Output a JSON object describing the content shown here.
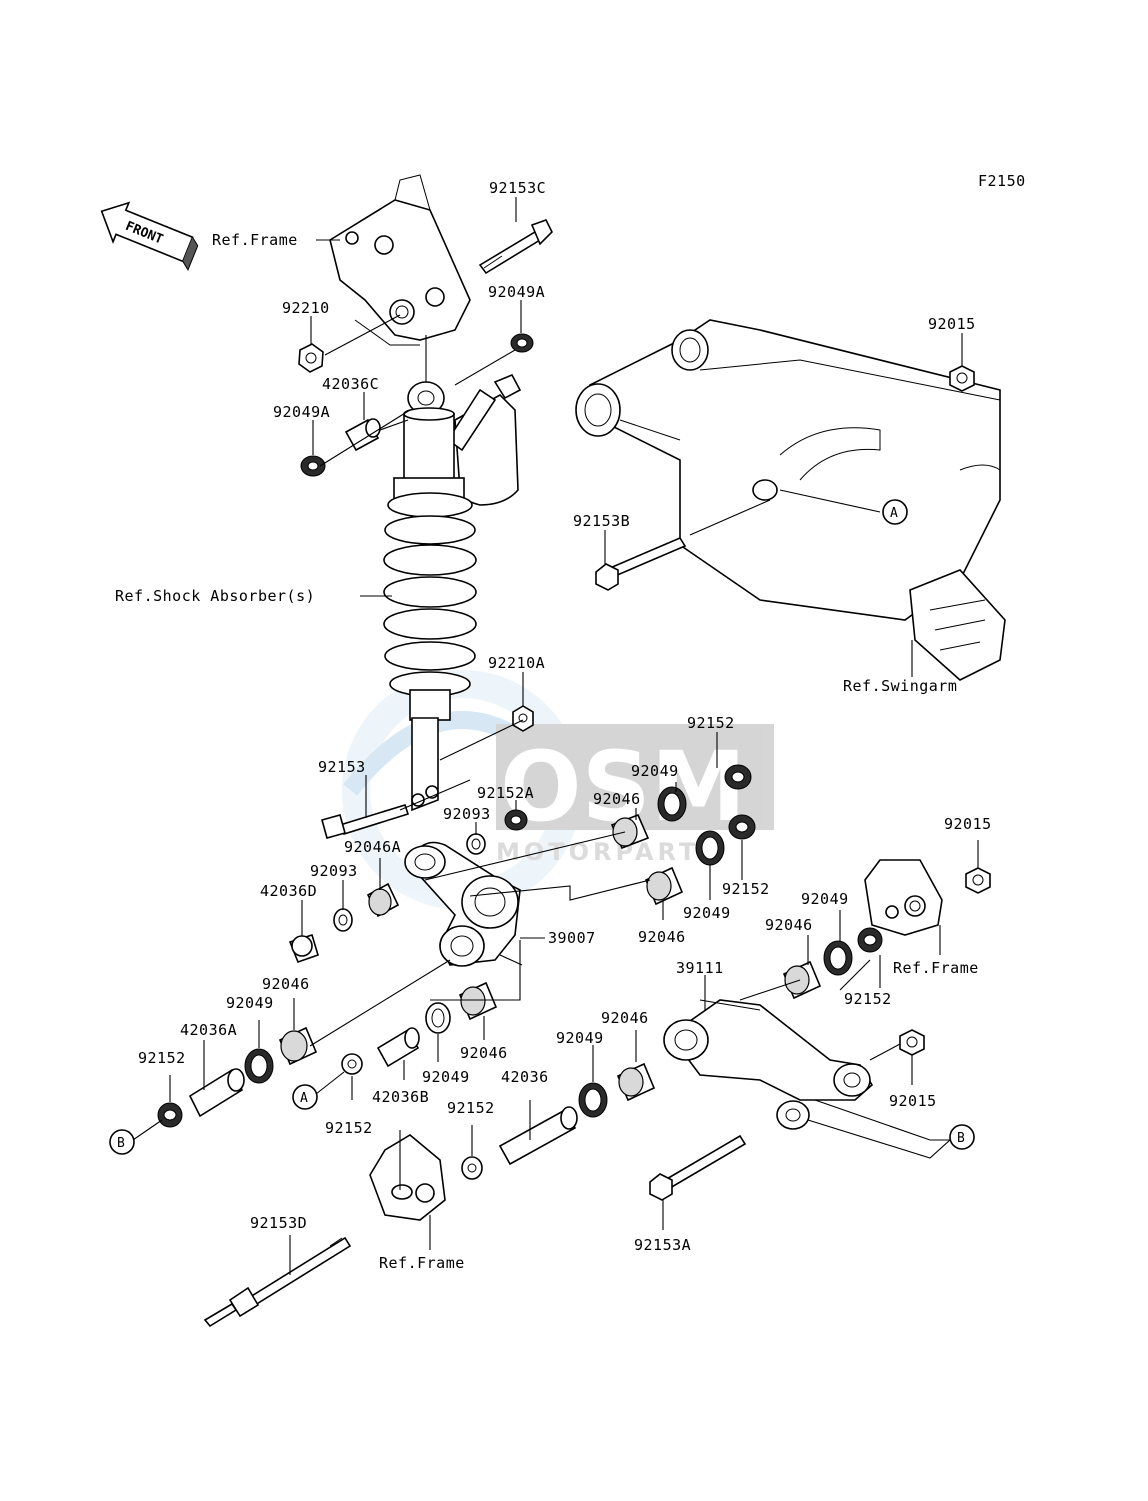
{
  "figure_code": "F2150",
  "front_arrow": "FRONT",
  "watermark": {
    "brand": "OSM",
    "sub": "MOTORPARTS"
  },
  "labels": {
    "p92153C": "92153C",
    "ref_frame_top": "Ref.Frame",
    "p92210": "92210",
    "p92049A_top": "92049A",
    "p42036C": "42036C",
    "p92049A_left": "92049A",
    "p92015_top": "92015",
    "p92153B": "92153B",
    "ref_shock": "Ref.Shock Absorber(s)",
    "ref_swingarm": "Ref.Swingarm",
    "p92210A": "92210A",
    "p92152_a": "92152",
    "p92049_a": "92049",
    "p92153": "92153",
    "p92152A": "92152A",
    "p92046_a": "92046",
    "p92093_a": "92093",
    "p92046A": "92046A",
    "p92093_b": "92093",
    "p42036D": "42036D",
    "p92152_b": "92152",
    "p92049_b": "92049",
    "p92046_b": "92046",
    "p92015_right": "92015",
    "p92049_c": "92049",
    "p92046_c": "92046",
    "ref_frame_right": "Ref.Frame",
    "p39007": "39007",
    "p39111": "39111",
    "p92152_c": "92152",
    "p92046_d": "92046",
    "p92049_d": "92049",
    "p42036A": "42036A",
    "p92152_d": "92152",
    "p92046_e": "92046",
    "p92049_e": "92049",
    "p42036B": "42036B",
    "p92152_e": "92152",
    "p92049_f": "92049",
    "p92046_f": "92046",
    "p42036": "42036",
    "p92152_f": "92152",
    "p92015_bottom": "92015",
    "ref_frame_bottom": "Ref.Frame",
    "p92153D": "92153D",
    "p92153A": "92153A",
    "callout_A1": "A",
    "callout_A2": "A",
    "callout_B1": "B",
    "callout_B2": "B"
  }
}
